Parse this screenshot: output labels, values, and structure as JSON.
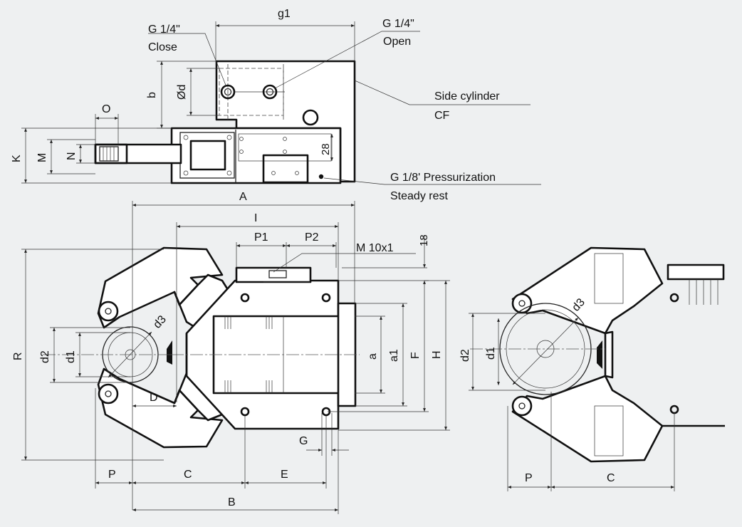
{
  "labels": {
    "g1": "g1",
    "g14_close_1": "G 1/4\"",
    "g14_close_2": "Close",
    "g14_open_1": "G 1/4\"",
    "g14_open_2": "Open",
    "b": "b",
    "od": "Ød",
    "o": "O",
    "k": "K",
    "m": "M",
    "n": "N",
    "n28": "28",
    "side_cyl_1": "Side cylinder",
    "side_cyl_2": "CF",
    "press_1": "G 1/8' Pressurization",
    "press_2": "Steady rest",
    "a_cap": "A",
    "i": "I",
    "p1": "P1",
    "p2": "P2",
    "m10": "M 10x1",
    "n18": "18",
    "r": "R",
    "d2": "d2",
    "d1": "d1",
    "d3": "d3",
    "d": "D",
    "a_small": "a",
    "a1": "a1",
    "f": "F",
    "h": "H",
    "g": "G",
    "p": "P",
    "c": "C",
    "e": "E",
    "b_cap": "B",
    "r_d2": "d2",
    "r_d1": "d1",
    "r_d3": "d3",
    "r_p": "P",
    "r_c": "C"
  }
}
